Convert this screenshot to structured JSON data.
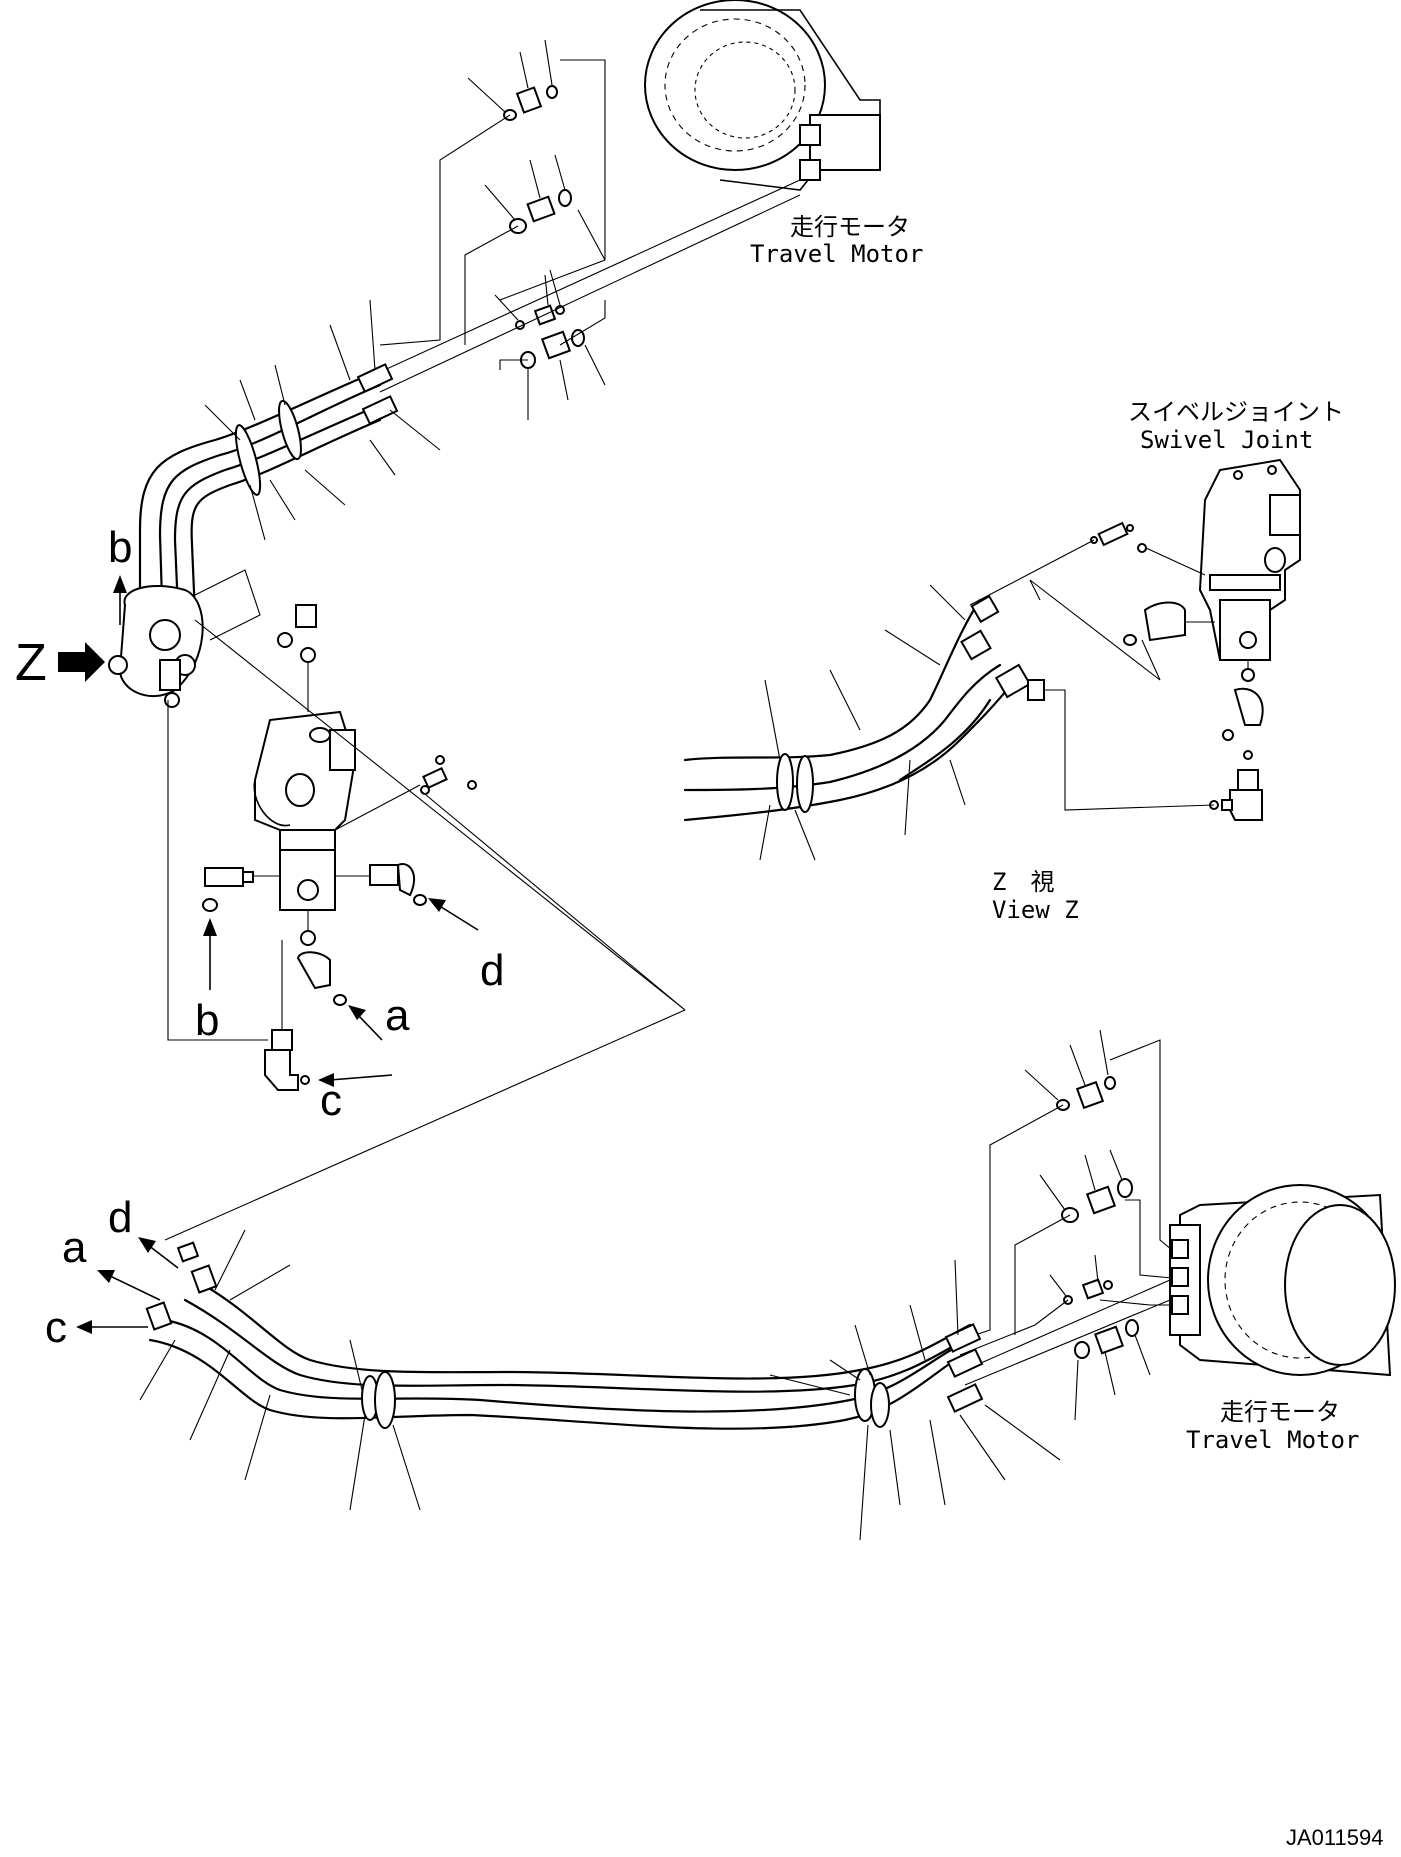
{
  "labels": {
    "travel_motor_jp_top": "走行モータ",
    "travel_motor_en_top": "Travel Motor",
    "swivel_joint_jp": "スイベルジョイント",
    "swivel_joint_en": "Swivel Joint",
    "view_z_jp": "Z　視",
    "view_z_en": "View Z",
    "travel_motor_jp_bottom": "走行モータ",
    "travel_motor_en_bottom": "Travel Motor",
    "drawing_number": "JA011594"
  },
  "callouts": {
    "z": "Z",
    "a": "a",
    "b": "b",
    "c": "c",
    "d": "d"
  }
}
